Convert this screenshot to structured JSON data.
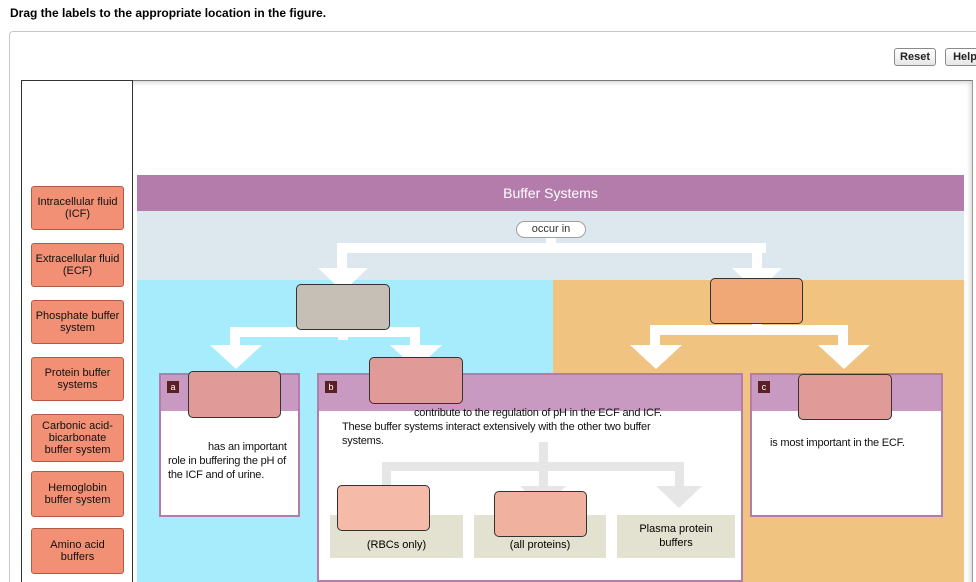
{
  "instruction": "Drag the labels to the appropriate location in the figure.",
  "buttons": {
    "reset": "Reset",
    "help": "Help"
  },
  "labels": [
    "Intracellular fluid (ICF)",
    "Extracellular fluid (ECF)",
    "Phosphate buffer system",
    "Protein buffer systems",
    "Carbonic acid-bicarbonate buffer system",
    "Hemoglobin buffer system",
    "Amino acid buffers"
  ],
  "figure": {
    "title": "Buffer Systems",
    "occur_in": "occur in",
    "box_a": {
      "letter": "a",
      "text": "has an important role in buffering the pH of the ICF and of urine."
    },
    "box_b": {
      "letter": "b",
      "text": "contribute to the regulation of pH in the ECF and ICF. These buffer systems interact extensively with the other two buffer systems."
    },
    "box_c": {
      "letter": "c",
      "text": "is most important in the ECF."
    },
    "sub_boxes": [
      "(RBCs only)",
      "(all proteins)",
      "Plasma protein buffers"
    ]
  },
  "colors": {
    "title_bar": "#b37cab",
    "icf_region": "#a6ecfd",
    "ecf_region": "#f0c381",
    "label_chip": "#f19074"
  }
}
